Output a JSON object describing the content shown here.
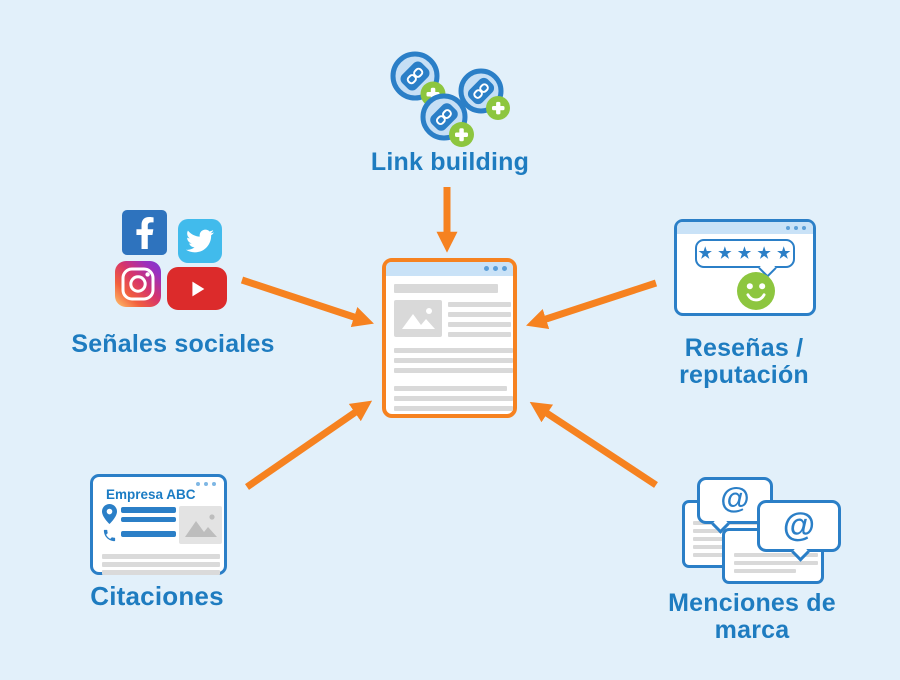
{
  "colors": {
    "background": "#E2F0FA",
    "arrow_orange": "#F68220",
    "window_blue": "#2B7FC7",
    "label_blue": "#1E7CC0",
    "badge_green": "#8DC63F",
    "facebook_blue": "#2E73BE",
    "twitter_blue": "#41BBEC",
    "youtube_red": "#DC2B2B"
  },
  "nodes": {
    "link_building": {
      "label": "Link building"
    },
    "social_signals": {
      "label": "Señales sociales"
    },
    "reviews": {
      "label_line1": "Reseñas /",
      "label_line2": "reputación",
      "stars": "★ ★ ★ ★ ★"
    },
    "citations": {
      "label": "Citaciones",
      "business_name": "Empresa ABC"
    },
    "brand_mentions": {
      "label_line1": "Menciones de",
      "label_line2": "marca",
      "at_symbol": "@"
    }
  }
}
